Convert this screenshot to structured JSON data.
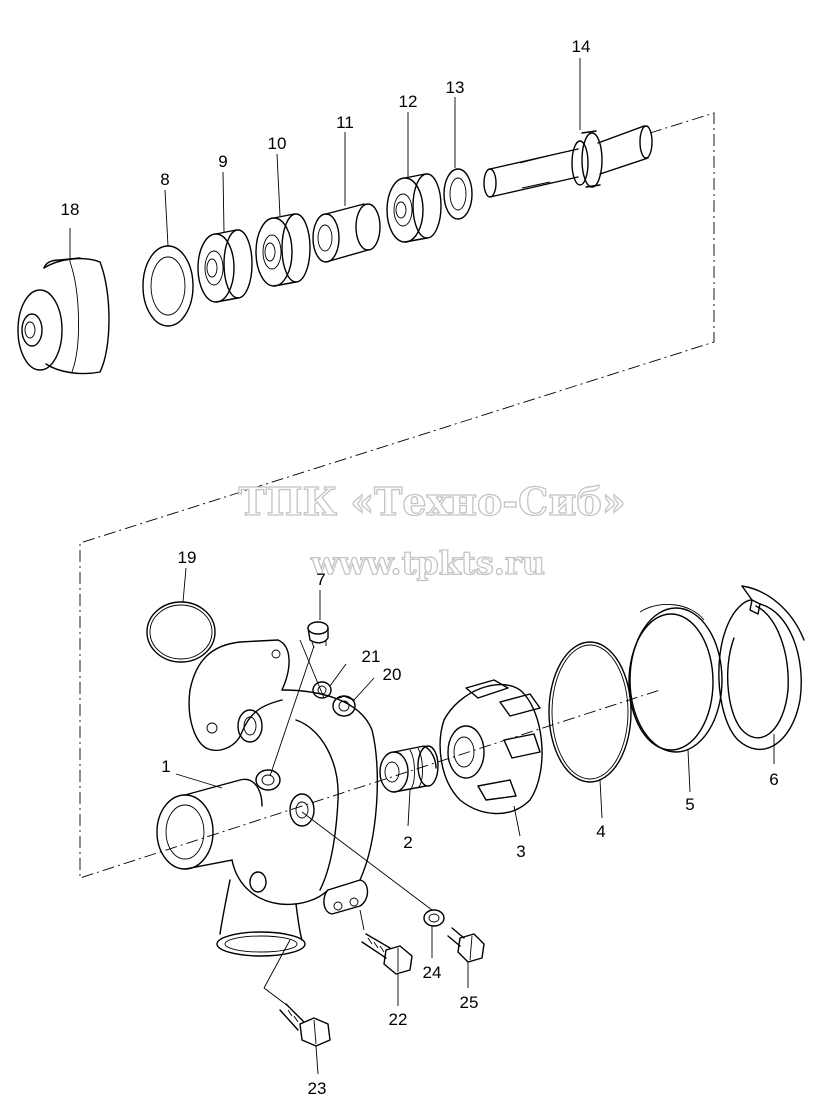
{
  "watermark": {
    "line1": "ТПК «Техно-Сиб»",
    "line2": "www.tpkts.ru"
  },
  "callouts": [
    "1",
    "2",
    "3",
    "4",
    "5",
    "6",
    "7",
    "8",
    "9",
    "10",
    "11",
    "12",
    "13",
    "14",
    "18",
    "19",
    "20",
    "21",
    "22",
    "23",
    "24",
    "25"
  ],
  "colors": {
    "line": "#000000",
    "watermark": "#c4c4c4",
    "background": "#ffffff"
  }
}
